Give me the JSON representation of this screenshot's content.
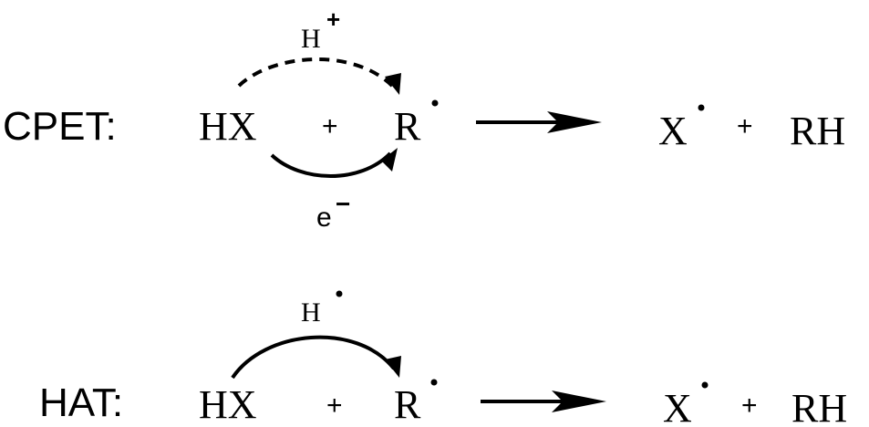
{
  "cpet": {
    "label": "CPET:",
    "reactant1": "HX",
    "plus1": "+",
    "reactant2": "R",
    "product1": "X",
    "plus2": "+",
    "product2": "RH",
    "proton": "H",
    "proton_charge": "+",
    "electron": "e",
    "electron_charge": "−"
  },
  "hat": {
    "label": "HAT:",
    "reactant1": "HX",
    "plus1": "+",
    "reactant2": "R",
    "product1": "X",
    "plus2": "+",
    "product2": "RH",
    "atom": "H"
  },
  "colors": {
    "ink": "#000000",
    "background": "#ffffff"
  }
}
